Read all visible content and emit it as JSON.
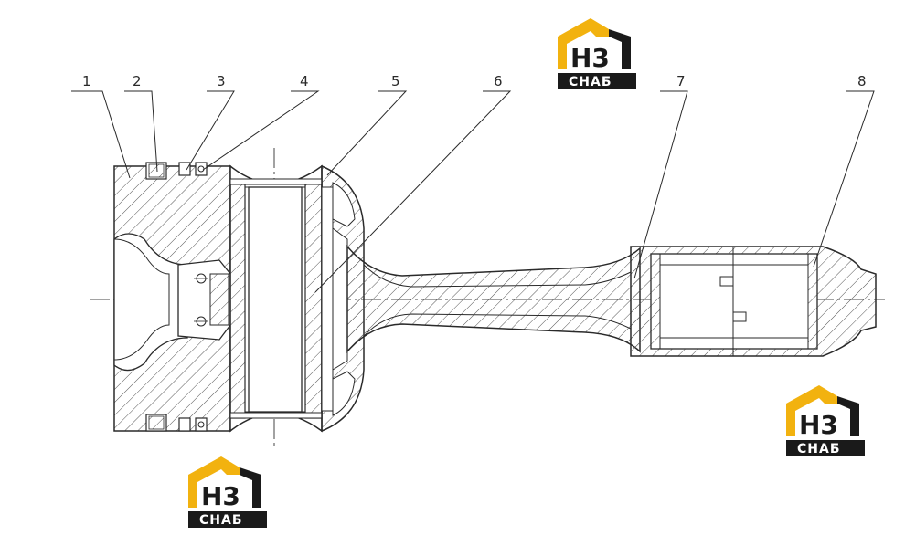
{
  "callouts": [
    "1",
    "2",
    "3",
    "4",
    "5",
    "6",
    "7",
    "8"
  ],
  "logo": {
    "main": "H3",
    "sub": "СНАБ",
    "colors": {
      "roof": "#f2b20f",
      "dark": "#1a1a1a",
      "letters_bg": "#ffffff"
    }
  },
  "colors": {
    "line": "#2a2a2a",
    "hatch": "#555555",
    "center": "#444444"
  }
}
